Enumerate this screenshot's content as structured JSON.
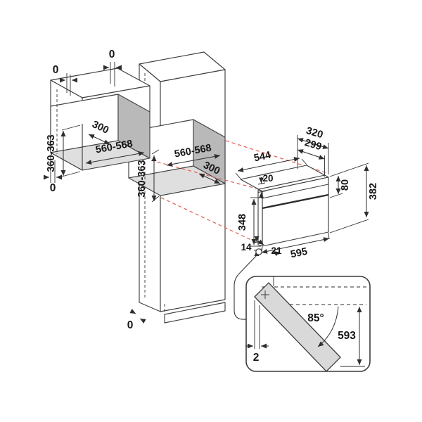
{
  "diagram": {
    "wall_unit": {
      "top_gap": "0",
      "bottom_gap": "0",
      "niche_height": "360-363",
      "niche_width": "560-568",
      "niche_depth": "300"
    },
    "unit_gap": "0",
    "tall_unit": {
      "niche_width": "560-568",
      "niche_depth": "300",
      "niche_height": "360-363",
      "plinth_gap": "0"
    },
    "oven": {
      "body_width": "544",
      "top_depth": "320",
      "body_depth": "299",
      "frame_lip": "20",
      "panel_height": "80",
      "total_height": "382",
      "body_height": "348",
      "bottom_lip": "14",
      "frame_overhang": "21",
      "total_width": "595"
    },
    "door_detail": {
      "opening_angle": "85°",
      "door_length": "593",
      "edge_clearance": "2"
    },
    "colors": {
      "line": "#3f3f3f",
      "projection_red": "#e2685f",
      "niche_side": "#b9b9b9",
      "niche_bottom": "#dfdfdf",
      "door_panel": "#d9d9d9"
    }
  }
}
